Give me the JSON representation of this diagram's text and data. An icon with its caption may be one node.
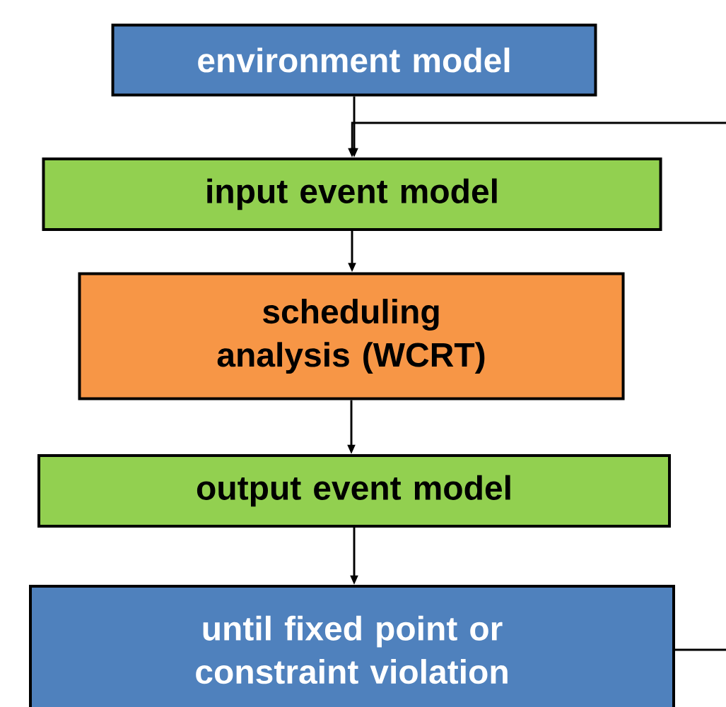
{
  "diagram": {
    "nodes": [
      {
        "text": [
          "environment model"
        ]
      },
      {
        "text": [
          "input event model"
        ]
      },
      {
        "text": [
          "scheduling analysis (WCRT)"
        ]
      },
      {
        "text": [
          "output event model"
        ]
      },
      {
        "text": [
          "until fixed point or constraint violation"
        ]
      }
    ],
    "edges": [
      {
        "from": 0,
        "to": 1,
        "arrow": "to"
      },
      {
        "from": 1,
        "to": 2,
        "arrow": "to"
      },
      {
        "from": 2,
        "to": 3,
        "arrow": "to"
      },
      {
        "from": 3,
        "to": 4,
        "arrow": "to"
      },
      {
        "from": 4,
        "to": 1,
        "arrow": "to"
      }
    ]
  }
}
